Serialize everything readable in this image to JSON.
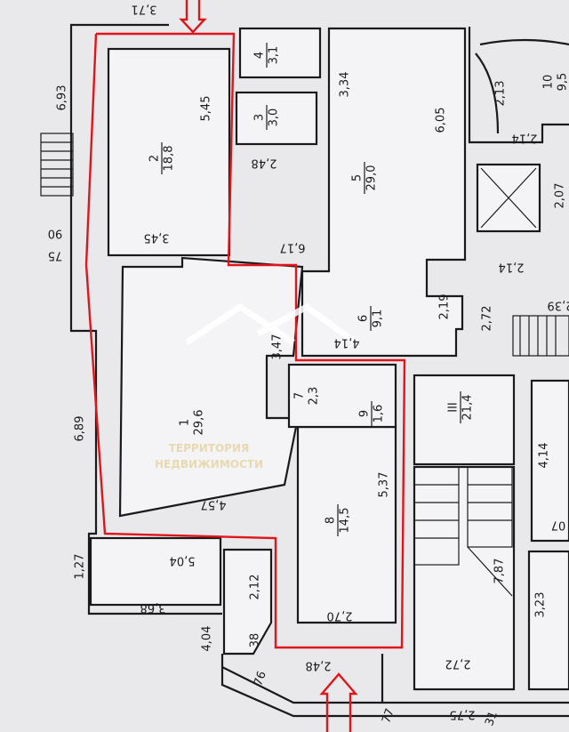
{
  "plan": {
    "watermark": {
      "line1": "ТЕРРИТОРИЯ",
      "line2": "НЕДВИЖИМОСТИ"
    },
    "rooms": [
      {
        "number": "1",
        "area": "29,6"
      },
      {
        "number": "2",
        "area": "18,8"
      },
      {
        "number": "3",
        "area": "3,0"
      },
      {
        "number": "4",
        "area": "3,1"
      },
      {
        "number": "5",
        "area": "29,0"
      },
      {
        "number": "6",
        "area": "9,1"
      },
      {
        "number": "7",
        "area": "2,3"
      },
      {
        "number": "8",
        "area": "14,5"
      },
      {
        "number": "9",
        "area": "1,6"
      },
      {
        "number": "10",
        "area": "9,5"
      },
      {
        "number": "III",
        "area": "21,4"
      }
    ],
    "dimensions": [
      "3,71",
      "6,93",
      "90",
      "75",
      "5,45",
      "3,45",
      "3,34",
      "2,48",
      "6,05",
      "6,17",
      "2,13",
      "2,14",
      "2,14",
      "2,19",
      "2,72",
      "2,39",
      "3,47",
      "4,14",
      "6,89",
      "5,37",
      "4,57",
      "4,14",
      "1,27",
      "5,04",
      "3,68",
      "2,12",
      "2,70",
      "7,87",
      "3,23",
      "4,04",
      "38",
      "76",
      "2,48",
      "2,72",
      "77",
      "2,75",
      "31",
      "2,07",
      "07"
    ],
    "accent_color": "#e0151b"
  }
}
